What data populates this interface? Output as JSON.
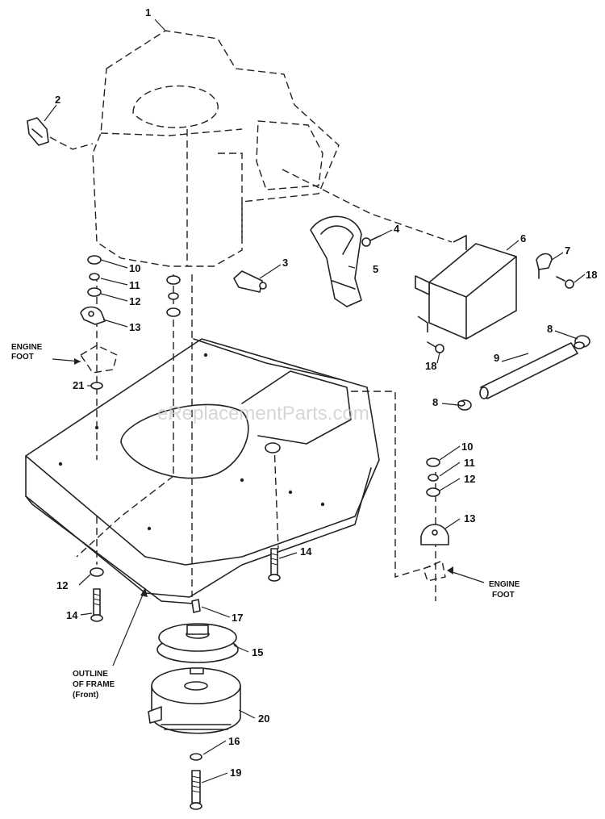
{
  "watermark": "eReplacementParts.com",
  "callouts": {
    "c1": "1",
    "c2": "2",
    "c3": "3",
    "c4": "4",
    "c5": "5",
    "c6": "6",
    "c7": "7",
    "c8a": "8",
    "c8b": "8",
    "c9": "9",
    "c10a": "10",
    "c10b": "10",
    "c11a": "11",
    "c11b": "11",
    "c12a": "12",
    "c12b": "12",
    "c12c": "12",
    "c13a": "13",
    "c13b": "13",
    "c14a": "14",
    "c14b": "14",
    "c15": "15",
    "c16": "16",
    "c17": "17",
    "c18a": "18",
    "c18b": "18",
    "c19": "19",
    "c20": "20",
    "c21": "21"
  },
  "labels": {
    "engine_foot_left": [
      "ENGINE",
      "FOOT"
    ],
    "engine_foot_right": [
      "ENGINE",
      "FOOT"
    ],
    "frame_outline": [
      "OUTLINE",
      "OF FRAME",
      "(Front)"
    ]
  }
}
